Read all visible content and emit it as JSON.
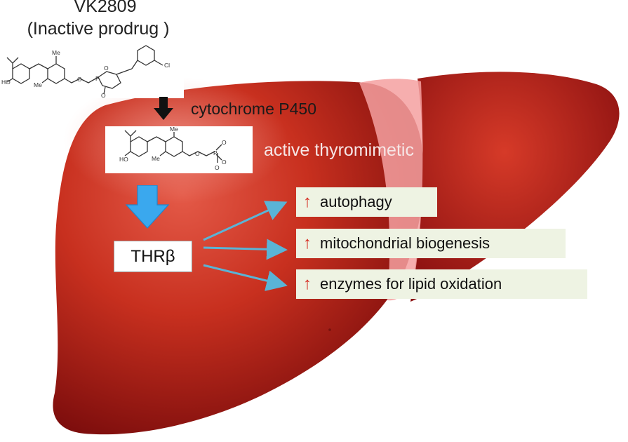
{
  "title": {
    "name": "VK2809",
    "subtitle": "(Inactive prodrug )"
  },
  "steps": {
    "enzyme": "cytochrome P450",
    "active": "active thyromimetic",
    "receptor": "THRβ"
  },
  "molecule_labels": {
    "ho": "HO",
    "me": "Me",
    "cl": "Cl",
    "o": "O",
    "p": "P"
  },
  "effects": [
    {
      "arrow": "↑",
      "label": "autophagy"
    },
    {
      "arrow": "↑",
      "label": "mitochondrial biogenesis"
    },
    {
      "arrow": "↑",
      "label": "enzymes for lipid oxidation"
    }
  ],
  "colors": {
    "liver_dark": "#8e1010",
    "liver_mid": "#c22a1c",
    "liver_light": "#e04a3a",
    "ligament": "#f3a6a6",
    "black_arrow": "#111111",
    "blue_arrow": "#3aa8ee",
    "effect_box": "#eef3e3",
    "up_arrow": "#d4281e",
    "connector_arrow": "#5ab4d6"
  },
  "icons": {
    "conversion_arrow": "arrow-down-icon",
    "binding_arrow": "arrow-down-icon",
    "effect_arrow": "arrow-up-icon"
  }
}
